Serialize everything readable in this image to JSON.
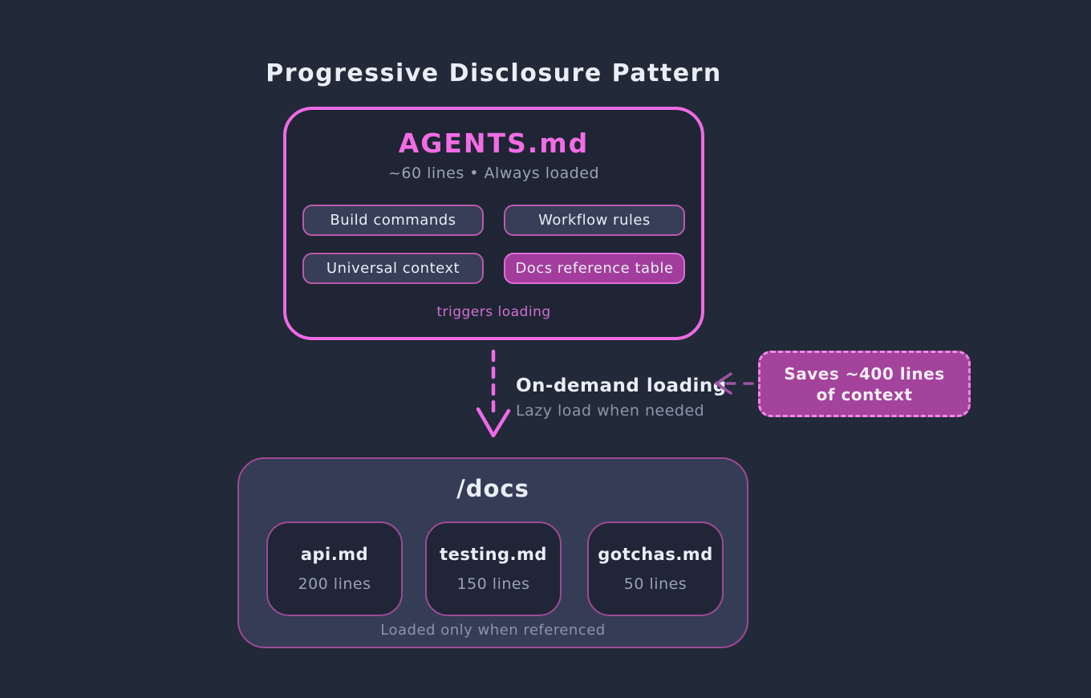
{
  "colors": {
    "background": "#222938",
    "accent_pink": "#ef6ae4",
    "accent_purple": "#9d4a94",
    "active_fill": "#a23d9d",
    "note_fill": "#a3439b",
    "panel_fill": "#353c56",
    "card_fill": "#202637",
    "text_primary": "#e9edf5",
    "text_muted": "#99a1b4",
    "label_pink": "#d36fd5"
  },
  "title": "Progressive Disclosure Pattern",
  "agents_box": {
    "title": "AGENTS.md",
    "subtitle": "~60 lines • Always loaded",
    "pills": [
      {
        "label": "Build commands",
        "active": false
      },
      {
        "label": "Workflow rules",
        "active": false
      },
      {
        "label": "Universal context",
        "active": false
      },
      {
        "label": "Docs reference table",
        "active": true
      }
    ],
    "footer_label": "triggers loading"
  },
  "transition": {
    "label": "On-demand loading",
    "sublabel": "Lazy load when needed"
  },
  "savings_note": {
    "line1": "Saves ~400 lines",
    "line2": "of context"
  },
  "docs_box": {
    "title": "/docs",
    "cards": [
      {
        "name": "api.md",
        "lines": "200 lines"
      },
      {
        "name": "testing.md",
        "lines": "150 lines"
      },
      {
        "name": "gotchas.md",
        "lines": "50 lines"
      }
    ],
    "footer_label": "Loaded only when referenced"
  }
}
